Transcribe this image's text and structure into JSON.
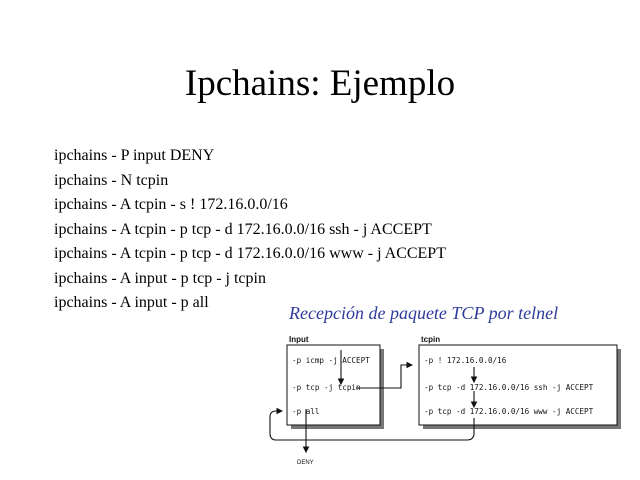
{
  "slide": {
    "title": "Ipchains: Ejemplo",
    "commands": [
      "ipchains - P input DENY",
      "ipchains - N tcpin",
      "ipchains - A tcpin - s ! 172.16.0.0/16",
      "ipchains - A tcpin - p tcp - d 172.16.0.0/16 ssh - j ACCEPT",
      "ipchains - A tcpin - p tcp - d 172.16.0.0/16 www - j ACCEPT",
      "ipchains - A input - p tcp - j tcpin",
      "ipchains - A input - p all"
    ],
    "caption": "Recepción de paquete TCP por telnel"
  },
  "diagram": {
    "input_chain": {
      "header": "Input",
      "rules": [
        "-p icmp -j ACCEPT",
        "-p tcp -j tcpin",
        "-p all"
      ]
    },
    "tcpin_chain": {
      "header": "tcpin",
      "rules": [
        "-p ! 172.16.0.0/16",
        "-p tcp -d 172.16.0.0/16 ssh -j ACCEPT",
        "-p tcp -d 172.16.0.0/16 www -j ACCEPT"
      ]
    },
    "policy_label": "DENY"
  },
  "colors": {
    "caption": "#2f3b9b",
    "diagram_shadow": "#777777"
  }
}
